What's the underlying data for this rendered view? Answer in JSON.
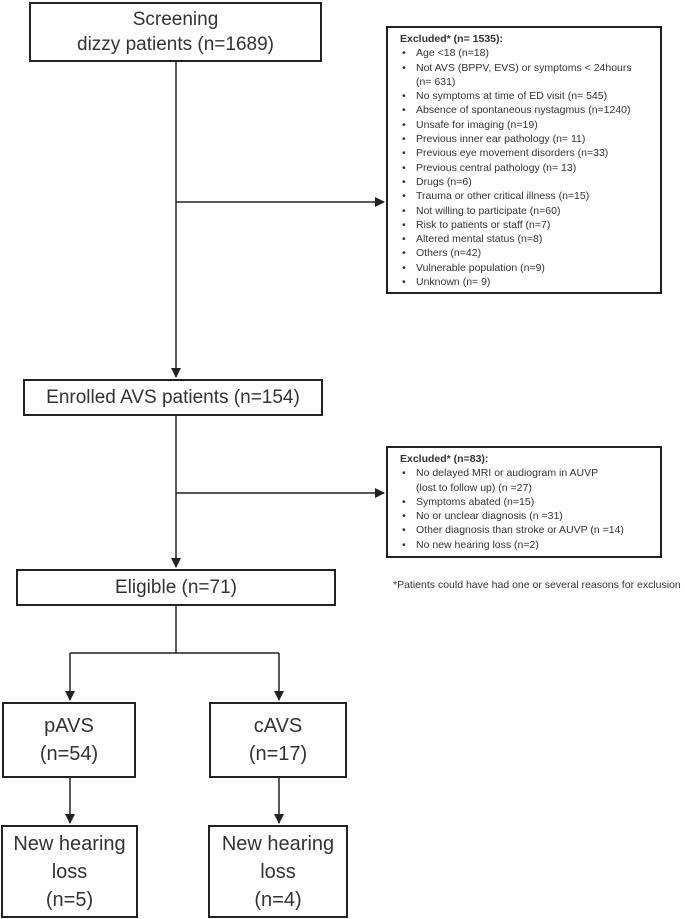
{
  "screening": {
    "line1": "Screening",
    "line2": "dizzy patients (n=1689)"
  },
  "excluded1": {
    "title": "Excluded* (n= 1535):",
    "items": [
      "Age <18 (n=18)",
      "Not AVS (BPPV, EVS) or symptoms < 24hours",
      "No symptoms at time of ED visit (n= 545)",
      "Absence of spontaneous nystagmus (n=1240)",
      "Unsafe for imaging (n=19)",
      "Previous inner ear pathology (n= 11)",
      "Previous eye movement disorders (n=33)",
      "Previous central pathology (n= 13)",
      "Drugs (n=6)",
      "Trauma or other critical illness (n=15)",
      "Not willing to participate (n=60)",
      "Risk to patients or staff (n=7)",
      "Altered mental status (n=8)",
      "Others (n=42)",
      "Vulnerable population (n=9)",
      "Unknown (n= 9)"
    ],
    "item2_cont": "(n= 631)"
  },
  "enrolled": {
    "label": "Enrolled AVS patients (n=154)"
  },
  "excluded2": {
    "title": "Excluded* (n=83):",
    "items": [
      "No delayed MRI or audiogram in AUVP",
      "Symptoms abated (n=15)",
      "No or unclear diagnosis (n =31)",
      "Other diagnosis than stroke or AUVP  (n =14)",
      "No new hearing loss (n=2)"
    ],
    "item1_cont": "(lost to follow up) (n =27)"
  },
  "footnote": "*Patients could have had one or several reasons for exclusion",
  "eligible": {
    "label": "Eligible (n=71)"
  },
  "pavs": {
    "line1": "pAVS",
    "line2": "(n=54)"
  },
  "cavs": {
    "line1": "cAVS",
    "line2": "(n=17)"
  },
  "hl_left": {
    "line1": "New hearing",
    "line2": "loss",
    "line3": "(n=5)"
  },
  "hl_right": {
    "line1": "New hearing",
    "line2": "loss",
    "line3": "(n=4)"
  }
}
